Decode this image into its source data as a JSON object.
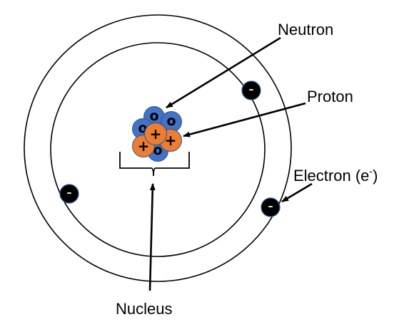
{
  "labels": {
    "neutron": "Neutron",
    "proton": "Proton",
    "electron": "Electron (e",
    "electron_sup": "-",
    "electron_close": ")",
    "nucleus": "Nucleus"
  },
  "symbols": {
    "neutron": "o",
    "proton": "+",
    "electron": "–"
  },
  "colors": {
    "neutron": "#4472c4",
    "proton": "#ed7d31",
    "electron": "#000000",
    "line": "#000000",
    "particle_stroke": "#2f5597",
    "electron_stroke": "#2f5597"
  }
}
